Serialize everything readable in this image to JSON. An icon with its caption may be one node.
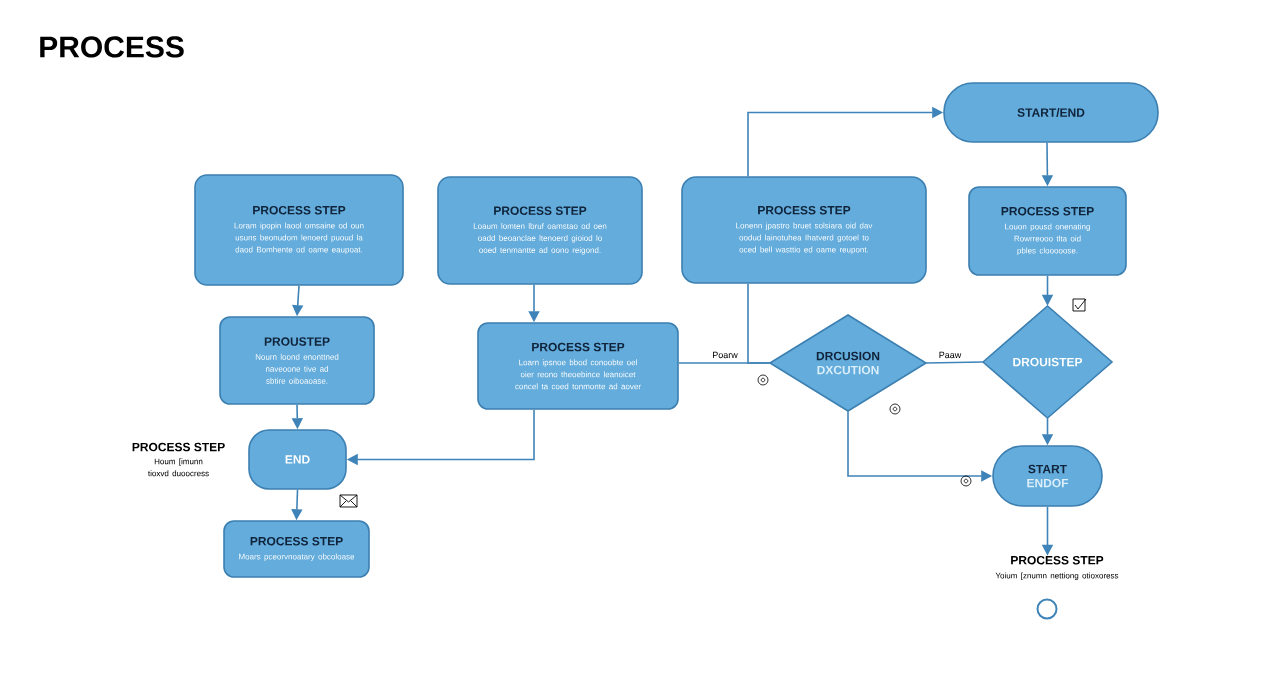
{
  "diagram": {
    "title": "PROCESS",
    "nodes": [
      {
        "text": [
          "PROCESS STEP",
          "Loram ipopin laool omsaine od oun usuns beonudom lenoerd puoud la daod Bomhente od oame eaupoat."
        ]
      },
      {
        "text": [
          "PROCESS STEP",
          "Loaum lomten lbruf oamstao od oen oadd beoanclae ltenoerd gioiod lo ooed tenmantte ad oono reigond."
        ]
      },
      {
        "text": [
          "PROCESS STEP",
          "Lonenn jpastro bruet solsiara oid dav oodud lainotuhea Ihatverd gotoel to oced bell wasttio ed oame reupont."
        ]
      },
      {
        "text": [
          "START/END"
        ]
      },
      {
        "text": [
          "PROCESS STEP",
          "Louon pousd onenating Rowrreooo tlta oid pbles clooooose."
        ]
      },
      {
        "text": [
          "PROUSTEP",
          "Nourn loond enonttned naveoone tive ad sbtire oiboaoase."
        ]
      },
      {
        "text": [
          "PROCESS STEP",
          "Loarn ipsnoe bbod conoobte oel oier reono theoebince leanoicet concel ta coed tonmonte ad aover"
        ]
      },
      {
        "text": [
          "DRCUSION",
          "DXCUTION"
        ]
      },
      {
        "text": [
          "DROUISTEP"
        ]
      },
      {
        "text": [
          "END"
        ],
        "beside": [
          "PROCESS STEP",
          "Houm [imunn tioxvd duoocress"
        ]
      },
      {
        "text": [
          "PROCESS STEP",
          "Moars pceorvnoatary obcoloase"
        ]
      },
      {
        "text": [
          "START",
          "ENDOF"
        ]
      },
      {
        "text": [
          "PROCESS STEP",
          "Yoium [znumn nettiong otioxoress"
        ]
      },
      {
        "text": [],
        "shape": "circle"
      }
    ],
    "edges": [
      {
        "from": 0,
        "to": 5,
        "arrow": "to"
      },
      {
        "from": 5,
        "to": 9,
        "arrow": "to"
      },
      {
        "from": 9,
        "to": 10,
        "arrow": "to"
      },
      {
        "from": 1,
        "to": 6,
        "arrow": "to"
      },
      {
        "from": 6,
        "to": 9,
        "arrow": "to"
      },
      {
        "from": 2,
        "to": 3,
        "arrow": "to"
      },
      {
        "from": 3,
        "to": 4,
        "arrow": "to"
      },
      {
        "from": 4,
        "to": 8,
        "arrow": "to"
      },
      {
        "from": 6,
        "to": 7,
        "arrow": "none",
        "label": "Poarw"
      },
      {
        "from": 2,
        "to": 7,
        "arrow": "none"
      },
      {
        "from": 7,
        "to": 8,
        "arrow": "none",
        "label": "Paaw"
      },
      {
        "from": 7,
        "to": 11,
        "arrow": "to"
      },
      {
        "from": 8,
        "to": 11,
        "arrow": "to"
      },
      {
        "from": 11,
        "to": 12,
        "arrow": "to"
      }
    ]
  }
}
